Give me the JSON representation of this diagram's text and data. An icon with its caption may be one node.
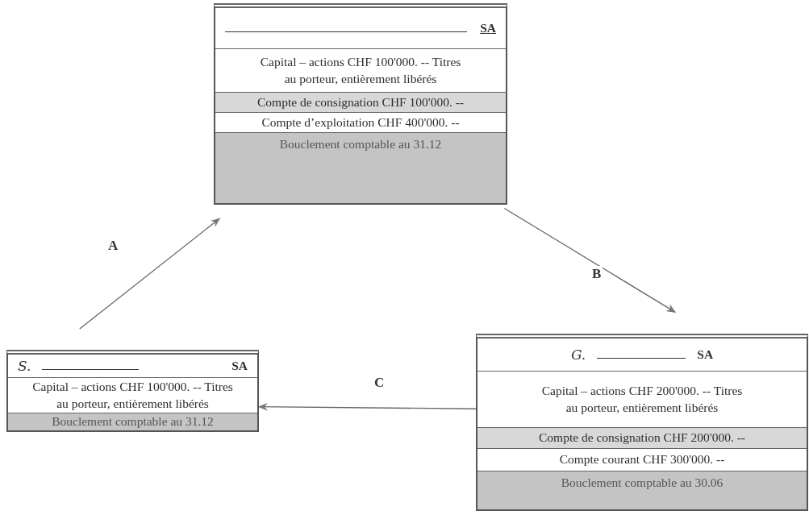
{
  "diagram": {
    "nodes": [
      {
        "text": [
          "SA",
          "Capital – actions CHF 100'000. -- Titres au porteur, entièrement libérés",
          "Compte de consignation CHF 100'000. --",
          "Compte d’exploitation CHF 400'000. --",
          "Bouclement comptable au 31.12"
        ]
      },
      {
        "text": [
          "S.",
          "SA",
          "Capital – actions CHF 100'000. -- Titres au porteur, entièrement libérés",
          "Bouclement comptable au 31.12"
        ]
      },
      {
        "text": [
          "G.",
          "SA",
          "Capital – actions CHF 200'000. -- Titres au porteur, entièrement libérés",
          "Compte de consignation CHF 200'000. --",
          "Compte courant CHF 300'000. --",
          "Bouclement comptable au 30.06"
        ]
      }
    ],
    "edges": [
      {
        "from": 1,
        "to": 0,
        "arrow": "to",
        "label": "A"
      },
      {
        "from": 0,
        "to": 2,
        "arrow": "to",
        "label": "B"
      },
      {
        "from": 2,
        "to": 1,
        "arrow": "to",
        "label": "C"
      }
    ]
  }
}
